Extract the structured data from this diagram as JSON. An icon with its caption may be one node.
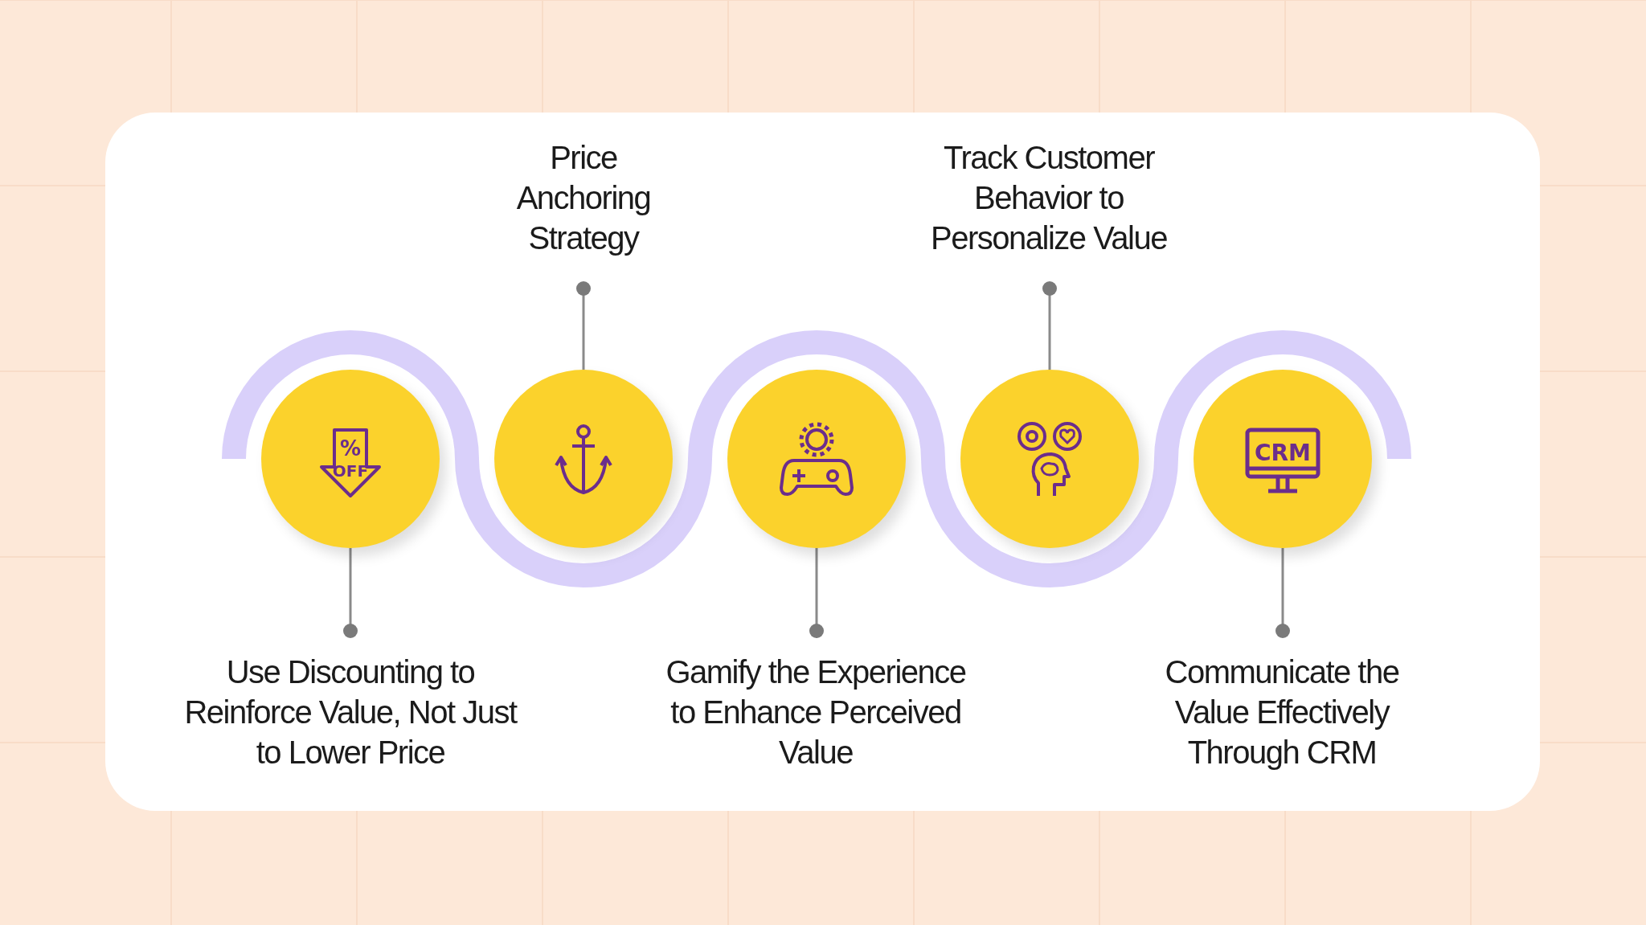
{
  "diagram": {
    "nodes": [
      {
        "text": [],
        "shape": "circle"
      },
      {
        "text": [],
        "shape": "circle"
      },
      {
        "text": [],
        "shape": "circle"
      },
      {
        "text": [],
        "shape": "circle"
      },
      {
        "text": [],
        "shape": "circle"
      },
      {
        "text": [
          "Price Anchoring Strategy"
        ]
      },
      {
        "text": [
          "Track Customer Behavior to Personalize Value"
        ]
      },
      {
        "text": [
          "Use Discounting to Reinforce Value, Not Just to Lower Price"
        ]
      },
      {
        "text": [
          "Gamify the Experience to Enhance Perceived Value"
        ]
      },
      {
        "text": [
          "Communicate the Value Effectively Through CRM"
        ]
      }
    ],
    "edges": [
      {
        "from": 5,
        "to": 1,
        "arrow": "other"
      },
      {
        "from": 6,
        "to": 3,
        "arrow": "other"
      },
      {
        "from": 7,
        "to": 0,
        "arrow": "other"
      },
      {
        "from": 8,
        "to": 2,
        "arrow": "other"
      },
      {
        "from": 9,
        "to": 4,
        "arrow": "other"
      }
    ],
    "labels": [
      "%",
      "OFF",
      "CRM"
    ]
  }
}
